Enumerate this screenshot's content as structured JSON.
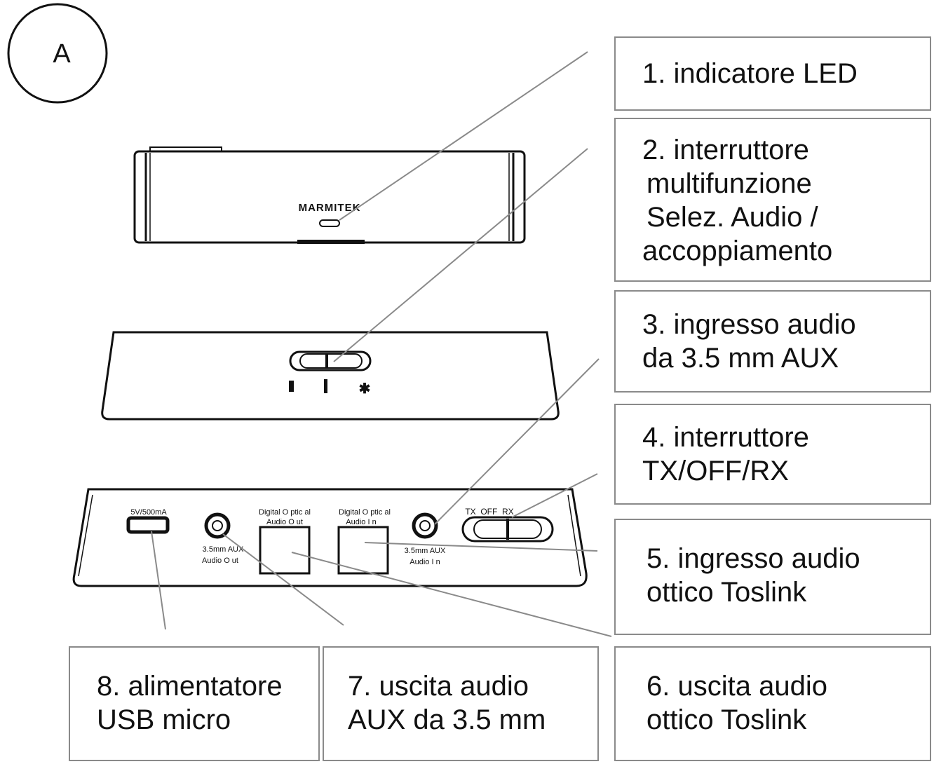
{
  "figure_letter": "A",
  "brand_logo": "MARMITEK",
  "rear_panel": {
    "power_label": "5V/500mA",
    "aux_out_label": [
      "3.5mm AUX",
      "Audio O ut"
    ],
    "optical_out_label": [
      "Digital O ptic al",
      "Audio O ut"
    ],
    "optical_in_label": [
      "Digital O ptic al",
      "Audio I n"
    ],
    "aux_in_label": [
      "3.5mm AUX",
      "Audio I n"
    ],
    "mode_switch_label": "TX  OFF  RX"
  },
  "callouts": [
    {
      "id": "1",
      "lines": [
        "1. indicatore LED"
      ]
    },
    {
      "id": "2",
      "lines": [
        "2. interruttore",
        "multifunzione",
        "Selez. Audio /",
        "accoppiamento"
      ]
    },
    {
      "id": "3",
      "lines": [
        "3. ingresso audio",
        "da 3.5 mm AUX"
      ]
    },
    {
      "id": "4",
      "lines": [
        "4. interruttore",
        "TX/OFF/RX"
      ]
    },
    {
      "id": "5",
      "lines": [
        "5. ingresso audio",
        "ottico Toslink"
      ]
    },
    {
      "id": "6",
      "lines": [
        "6. uscita audio",
        "ottico Toslink"
      ]
    },
    {
      "id": "7",
      "lines": [
        "7. uscita audio",
        "AUX da 3.5 mm"
      ]
    },
    {
      "id": "8",
      "lines": [
        "8. alimentatore",
        "USB micro"
      ]
    }
  ],
  "colors": {
    "outline": "#111111",
    "leader": "#8a8a8a",
    "box_border": "#8a8a8a"
  }
}
